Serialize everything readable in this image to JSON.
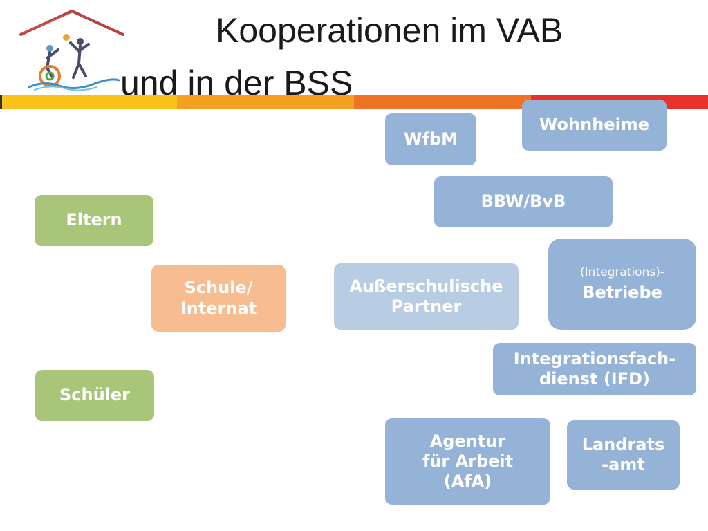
{
  "title": {
    "line1": "Kooperationen im VAB",
    "line2": "und in der BSS"
  },
  "colors": {
    "green": "#a8c57a",
    "orange": "#f7bd91",
    "blue": "#95b3d7",
    "light_blue": "#b8cce4",
    "stripe": [
      "#fac31a",
      "#f4a020",
      "#ee7325",
      "#e8312c"
    ]
  },
  "nodes": {
    "eltern": "Eltern",
    "schueler": "Schüler",
    "schule": [
      "Schule/",
      "Internat"
    ],
    "ausserschulische": [
      "Außerschulische",
      "Partner"
    ],
    "wfbm": "WfbM",
    "wohnheime": "Wohnheime",
    "bbw": "BBW/BvB",
    "integrationsbetriebe": [
      "(Integrations)-",
      "Betriebe"
    ],
    "ifd": [
      "Integrationsfach-",
      "dienst (IFD)"
    ],
    "afa": [
      "Agentur",
      "für Arbeit",
      "(AfA)"
    ],
    "landratsamt": [
      "Landrats",
      "-amt"
    ]
  }
}
